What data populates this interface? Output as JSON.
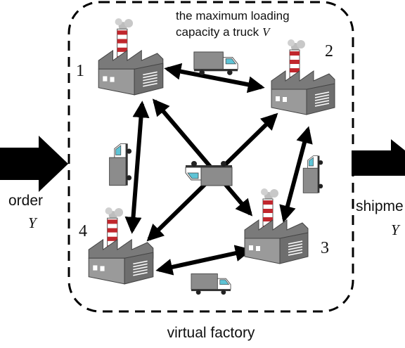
{
  "diagram": {
    "boundary_label": "virtual factory",
    "capacity_label_line1": "the maximum loading",
    "capacity_label_line2": "capacity a truck",
    "capacity_symbol": "V",
    "input_label": "order",
    "input_symbol": "Y",
    "output_label": "shipme",
    "output_symbol": "Y",
    "factories": [
      {
        "id": "1"
      },
      {
        "id": "2"
      },
      {
        "id": "3"
      },
      {
        "id": "4"
      }
    ],
    "colors": {
      "roof": "#7a7a7a",
      "wall": "#9a9a9a",
      "wall_dark": "#6e6e6e",
      "chimney_red": "#c0272d",
      "truck_box": "#8c8c8c",
      "truck_cab": "#5ec4d6",
      "arrow": "#000000"
    }
  }
}
